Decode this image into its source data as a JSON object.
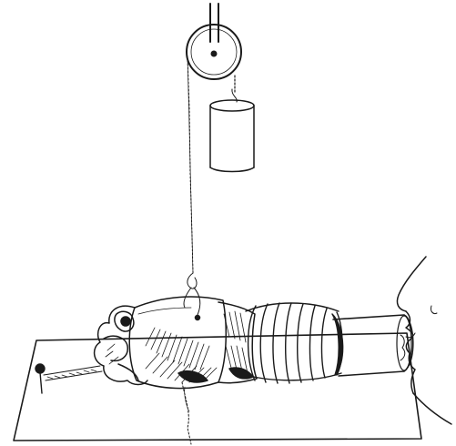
{
  "figure": {
    "kind": "line-engraving",
    "ink_color": "#1a1a1a",
    "paper_color": "#ffffff",
    "parts": [
      "pulley",
      "hanging-weight",
      "thread",
      "board",
      "tube",
      "trachea",
      "larynx",
      "pin",
      "face-profile"
    ]
  }
}
